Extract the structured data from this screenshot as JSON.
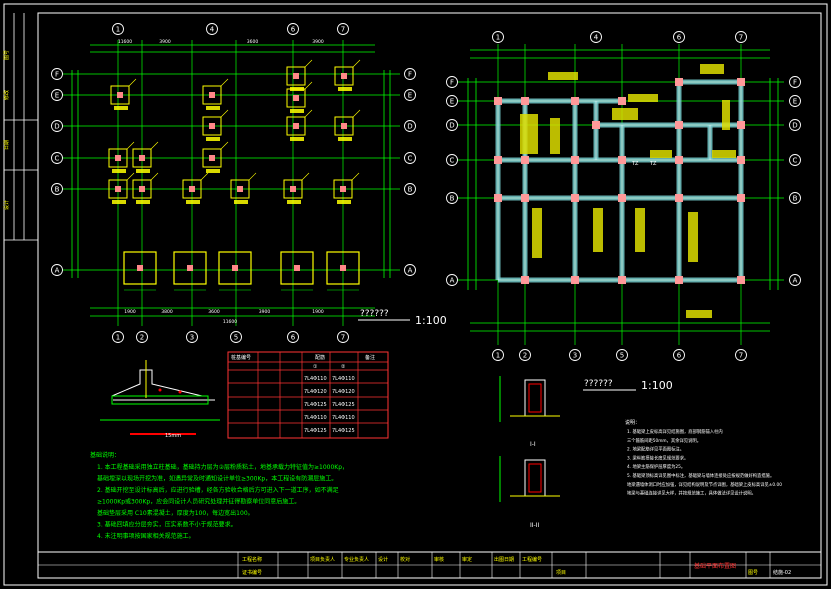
{
  "drawing": {
    "left_view": {
      "title": "??????",
      "scale": "1:100",
      "top_axes": [
        "1",
        "4",
        "6",
        "7"
      ],
      "bottom_axes": [
        "1",
        "2",
        "3",
        "5",
        "6",
        "7"
      ],
      "row_axes": [
        "F",
        "E",
        "D",
        "C",
        "B",
        "A"
      ],
      "top_dims": [
        "11600",
        "3900",
        "3600",
        "3900"
      ],
      "bottom_dims": [
        "1900",
        "3800",
        "3600",
        "3900",
        "1900"
      ],
      "total_dim": "11600"
    },
    "right_view": {
      "title": "??????",
      "scale": "1:100",
      "top_axes": [
        "1",
        "4",
        "6",
        "7"
      ],
      "bottom_axes": [
        "1",
        "2",
        "3",
        "5",
        "6",
        "7"
      ],
      "row_axes": [
        "F",
        "E",
        "D",
        "C",
        "B",
        "A"
      ],
      "labels": [
        "TZ",
        "TZ"
      ]
    },
    "table": {
      "headers": [
        "桩基编号",
        "",
        "",
        "配筋",
        "",
        "备注"
      ],
      "sub_headers": [
        "①",
        "②"
      ],
      "rows": [
        [
          "",
          "",
          "",
          "7L4Φ110",
          "7L4Φ110",
          ""
        ],
        [
          "",
          "",
          "",
          "7L4Φ120",
          "7L4Φ120",
          ""
        ],
        [
          "",
          "",
          "",
          "7L4Φ125",
          "7L4Φ125",
          ""
        ],
        [
          "",
          "",
          "",
          "7L4Φ110",
          "7L4Φ110",
          ""
        ],
        [
          "",
          "",
          "",
          "7L4Φ125",
          "7L4Φ125",
          ""
        ]
      ]
    },
    "notes_left": {
      "title": "基础说明：",
      "lines": [
        "1. 本工程基础采用独立柱基础，基础持力层为②层粉质粘土，地基承载力特征值为≥1000Kp，",
        "   基础埋深以现场开挖为准，如遇异常及时通知设计单位≥300Kp，本工程设有防潮层施工。",
        "2. 基础开挖至设计标高后，应进行验槽，经各方验收合格后方可进入下一道工序，如不满足",
        "   ≥1000Kp或300Kp，应会同设计人员研究处理并征得勘察单位同意后施工。",
        "   基础垫层采用 C10素混凝土，厚度为100，每边宽出100。",
        "3. 基础回填应分层夯实，压实系数不小于规范要求。",
        "4. 未注明事项按国家相关规范施工。"
      ]
    },
    "notes_right": {
      "title": "说明：",
      "lines": [
        "1. 基础梁上皮标高详见结施图，底部钢筋锚入柱内",
        "   三个箍筋间距50mm，其余详见说明。",
        "2. 地梁配筋详见平面图标注。",
        "3. 梁纵筋搭接长度见规范要求。",
        "4. 地梁主筋保护层厚度为25。",
        "5. 基础梁顶标高详见图中标注，基础梁与墙体连接处应按规范做好构造措施。",
        "   地梁遇墙体洞口时应加强，详见结构说明及节点详图，基础梁上皮标高详见±0.00",
        "   地梁与基础连接详见大样，并按规范施工，具体做法详见设计说明。"
      ]
    },
    "section_labels": [
      "I-I",
      "II-II"
    ],
    "detail_label": "15mm",
    "left_strip": [
      "图号",
      "修改",
      "日期",
      "设计"
    ],
    "title_block": {
      "cells": [
        "工程名称",
        "项目负责人",
        "专业负责人",
        "设计",
        "校对",
        "审核",
        "审定",
        "出图日期",
        "工程编号",
        "项目",
        "图号"
      ],
      "drawing_name": "基础平面布置图",
      "drawing_no": "结施-02",
      "row2": [
        "证书编号"
      ]
    }
  }
}
